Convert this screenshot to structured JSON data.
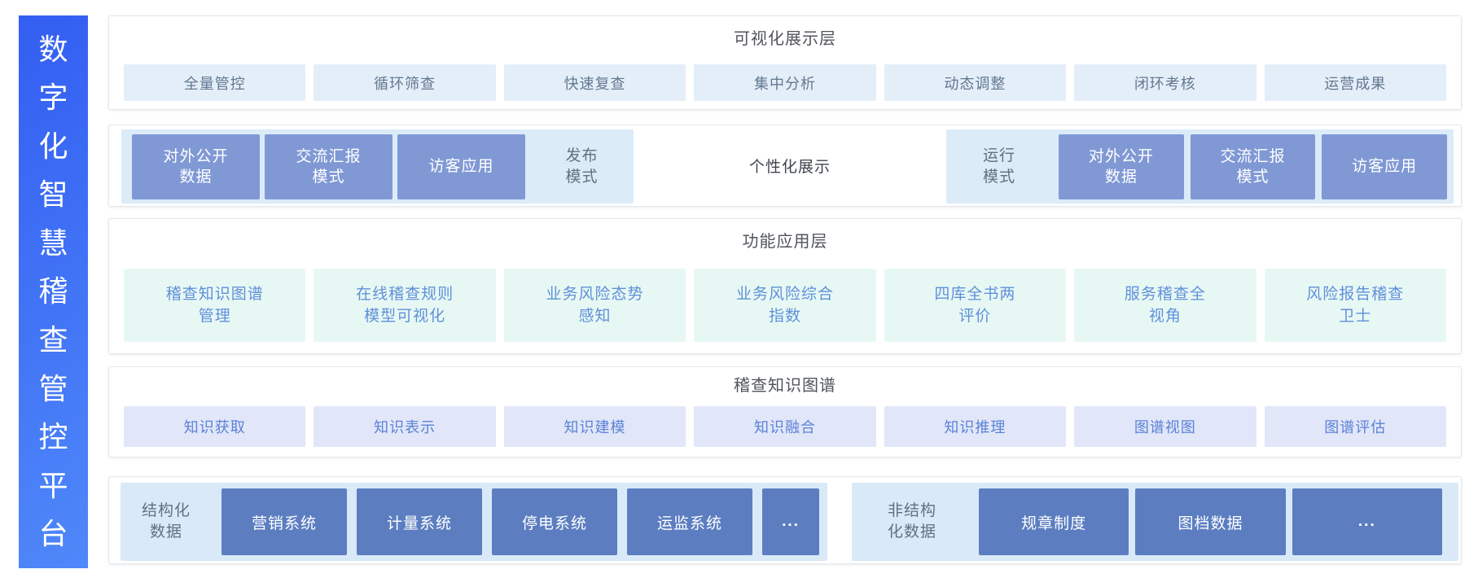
{
  "sidebar": {
    "title": "数字化智慧稽查管控平台",
    "chars": [
      "数",
      "字",
      "化",
      "智",
      "慧",
      "稽",
      "查",
      "管",
      "控",
      "平",
      "台"
    ]
  },
  "layer1": {
    "title": "可视化展示层",
    "items": [
      "全量管控",
      "循环筛查",
      "快速复查",
      "集中分析",
      "动态调整",
      "闭环考核",
      "运营成果"
    ]
  },
  "layer2": {
    "left": {
      "boxes": [
        "对外公开\n数据",
        "交流汇报\n模式",
        "访客应用"
      ],
      "label": "发布\n模式"
    },
    "center": "个性化展示",
    "right": {
      "label": "运行\n模式",
      "boxes": [
        "对外公开\n数据",
        "交流汇报\n模式",
        "访客应用"
      ]
    }
  },
  "layer3": {
    "title": "功能应用层",
    "items": [
      "稽查知识图谱\n管理",
      "在线稽查规则\n模型可视化",
      "业务风险态势\n感知",
      "业务风险综合\n指数",
      "四库全书两\n评价",
      "服务稽查全\n视角",
      "风险报告稽查\n卫士"
    ]
  },
  "layer4": {
    "title": "稽查知识图谱",
    "items": [
      "知识获取",
      "知识表示",
      "知识建模",
      "知识融合",
      "知识推理",
      "图谱视图",
      "图谱评估"
    ]
  },
  "layer5": {
    "structured": {
      "label": "结构化\n数据",
      "systems": [
        "营销系统",
        "计量系统",
        "停电系统",
        "运监系统",
        "..."
      ]
    },
    "unstructured": {
      "label": "非结构\n化数据",
      "systems": [
        "规章制度",
        "图档数据",
        "..."
      ]
    }
  },
  "colors": {
    "sidebar-grad-start": "#335EF2",
    "sidebar-grad-end": "#4F88F9",
    "layer-border": "#E5E7EA",
    "title-color": "#50545B",
    "l1-item-bg": "#E3EEF9",
    "l1-item-text": "#64788F",
    "group-bg": "#DCEBF8",
    "mode-box-bg": "#8099D5",
    "label-text": "#63707E",
    "center-text": "#3E454D",
    "l3-item-bg": "#E7F8F4",
    "l3-item-text": "#6090DA",
    "l4-item-bg": "#E1E6F8",
    "l4-item-text": "#5B82D7",
    "data-group-bg": "#D9E9F8",
    "sys-box-bg": "#5C7EC1"
  }
}
